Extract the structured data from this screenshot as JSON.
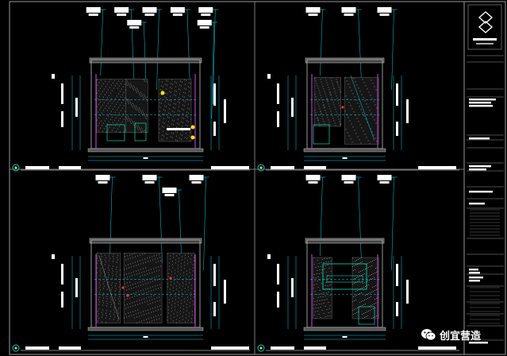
{
  "drawing": {
    "background": "#000000",
    "colors": {
      "frame": "#9a9a9a",
      "dim": "#00d0e8",
      "label": "#ffffff",
      "wall": "#c0c0c0",
      "accent": "#b040c0",
      "tile": "#7a7a7a",
      "yellow": "#ffe000",
      "red": "#ff3030",
      "teal": "#00ffd0",
      "titleblock": "#ffffff"
    },
    "views": [
      {
        "id": "elevation-a"
      },
      {
        "id": "elevation-b"
      },
      {
        "id": "elevation-c"
      },
      {
        "id": "elevation-d"
      }
    ]
  },
  "title_block": {
    "logo": "company-logo-icon"
  },
  "watermark": {
    "icon": "wechat-icon",
    "text": "创宜营造"
  }
}
